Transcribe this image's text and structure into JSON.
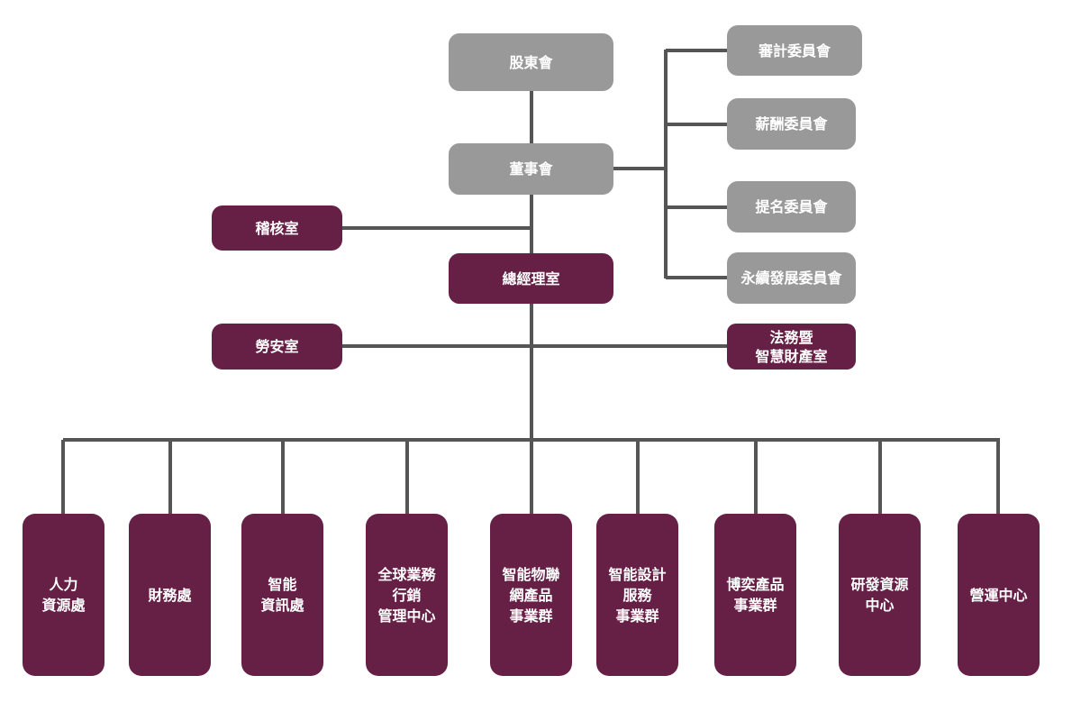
{
  "colors": {
    "board": "#999999",
    "management": "#661f45",
    "line": "#555555"
  },
  "top": {
    "shareholders": [
      "股東會"
    ],
    "board": [
      "董事會"
    ],
    "president_office": [
      "總經理室"
    ]
  },
  "committees": [
    [
      "審計委員會"
    ],
    [
      "薪酬委員會"
    ],
    [
      "提名委員會"
    ],
    [
      "永續發展委員會"
    ]
  ],
  "staff": {
    "audit": [
      "稽核室"
    ],
    "safety": [
      "勞安室"
    ],
    "legal_ip": [
      "法務暨",
      "智慧財產室"
    ]
  },
  "divisions": [
    [
      "人力",
      "資源處"
    ],
    [
      "財務處"
    ],
    [
      "智能",
      "資訊處"
    ],
    [
      "全球業務",
      "行銷",
      "管理中心"
    ],
    [
      "智能物聯",
      "網產品",
      "事業群"
    ],
    [
      "智能設計",
      "服務",
      "事業群"
    ],
    [
      "博奕產品",
      "事業群"
    ],
    [
      "研發資源",
      "中心"
    ],
    [
      "營運中心"
    ]
  ]
}
